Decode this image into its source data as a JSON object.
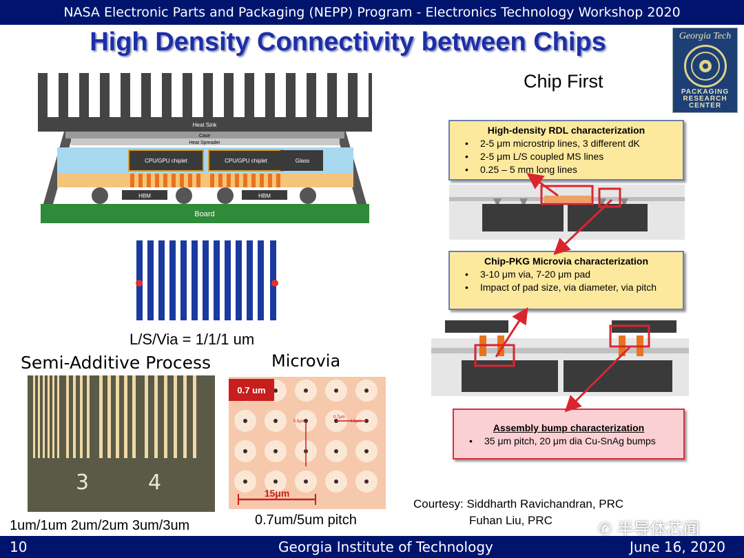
{
  "header": {
    "text": "NASA Electronic Parts and Packaging (NEPP) Program - Electronics Technology Workshop 2020"
  },
  "title": "High Density Connectivity between Chips",
  "logo": {
    "name": "Georgia Tech",
    "line1": "PACKAGING",
    "line2": "RESEARCH",
    "line3": "CENTER"
  },
  "chip_first": "Chip First",
  "package_diagram": {
    "heat_sink": "Heat Sink",
    "case": "Case",
    "heat_spreader": "Heat Spreader",
    "chiplet_1": "CPU/GPU chiplet",
    "chiplet_2": "CPU/GPU chiplet",
    "glass": "Glass",
    "hbm_1": "HBM",
    "hbm_2": "HBM",
    "board": "Board"
  },
  "ls_via": "L/S/Via = 1/1/1 um",
  "sap_label": "Semi-Additive Process",
  "microvia_label": "Microvia",
  "sap_image": {
    "num_1": "3",
    "num_2": "4"
  },
  "microvia_image": {
    "scale_tag": "0.7 um",
    "scale_bar": "15μm",
    "m1": "5.8μm",
    "m2": "0.7μm",
    "m3": "4.3μm"
  },
  "sap_caption": "1um/1um 2um/2um 3um/3um",
  "microvia_caption": "0.7um/5um pitch",
  "rdl_box": {
    "heading": "High-density RDL characterization",
    "items": [
      "2-5 μm microstrip lines, 3 different dK",
      "2-5 μm L/S coupled MS lines",
      "0.25 – 5 mm long lines"
    ]
  },
  "microvia_box": {
    "heading": "Chip-PKG Microvia characterization",
    "items": [
      "3-10 μm via, 7-20 μm pad",
      "Impact of pad size, via diameter, via pitch"
    ]
  },
  "bump_box": {
    "heading": "Assembly bump characterization",
    "items": [
      "35 μm pitch, 20 μm dia Cu-SnAg bumps"
    ]
  },
  "courtesy": {
    "line1": "Courtesy: Siddharth Ravichandran, PRC",
    "line2": "Fuhan Liu, PRC"
  },
  "watermark": "半导体芯闻",
  "footer": {
    "page": "10",
    "institute": "Georgia Institute of Technology",
    "date": "June 16, 2020"
  },
  "colors": {
    "navy_bar": "#00146e",
    "title_blue": "#1c2fa8",
    "box_yellow": "#fde99e",
    "box_pink": "#fbd0d4",
    "arrow_red": "#d9262e",
    "board_green": "#2f8a3a"
  }
}
